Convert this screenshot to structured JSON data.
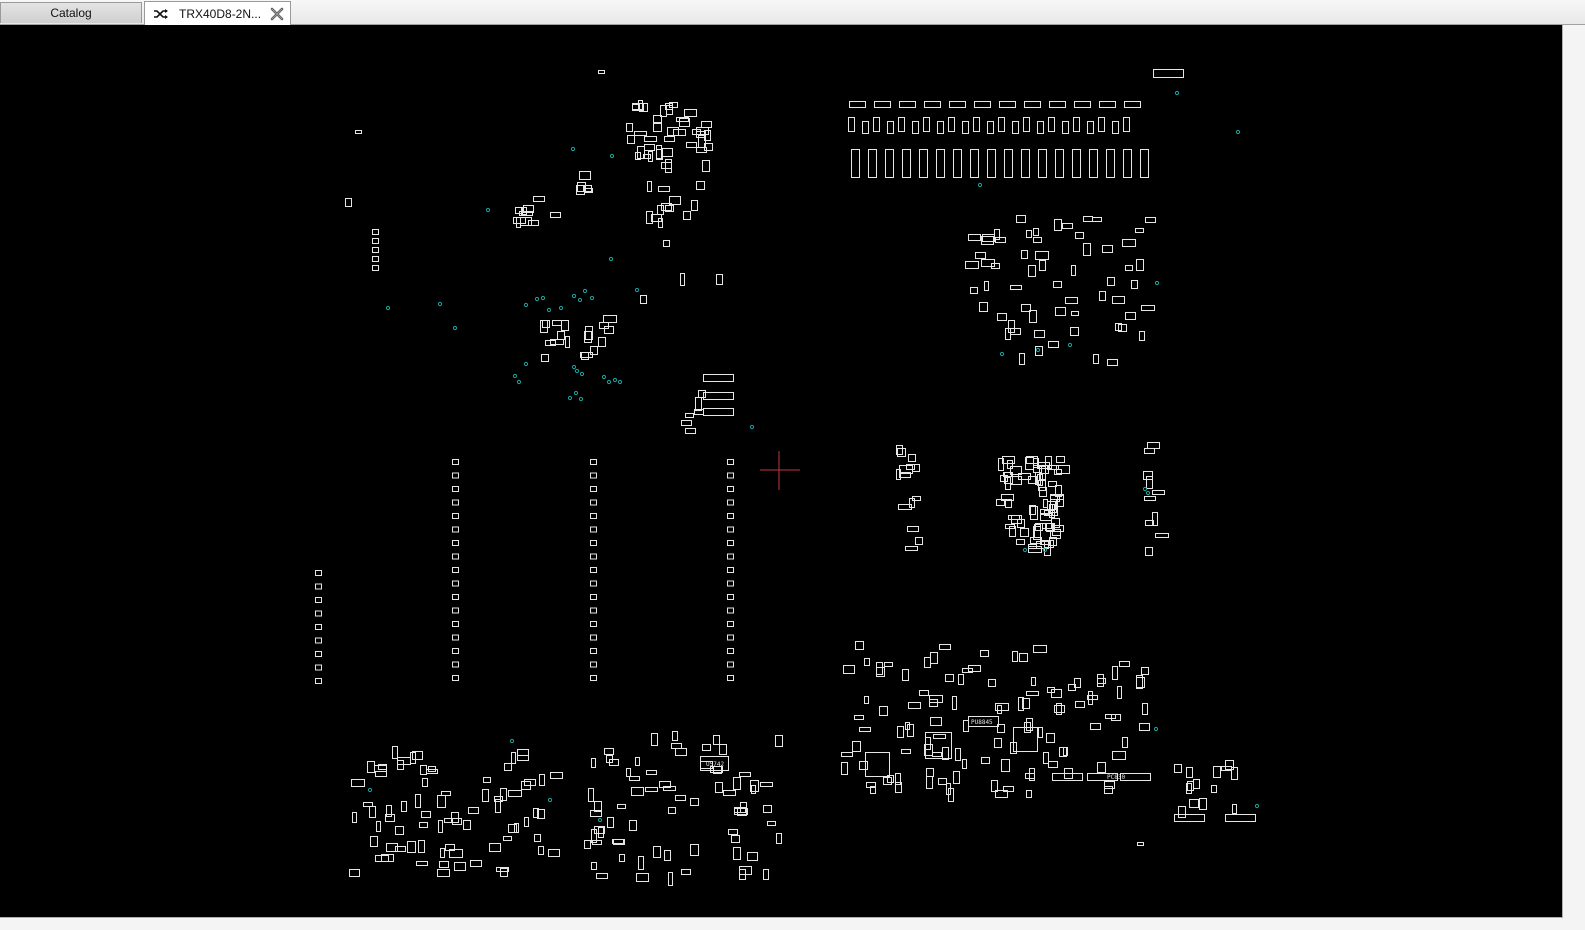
{
  "tabs": [
    {
      "label": "Catalog",
      "active": false
    },
    {
      "label": "TRX40D8-2N...",
      "active": true
    }
  ],
  "icons": {
    "doc_tab_icon": "shuffle-icon",
    "close_icon": "close-icon"
  },
  "colors": {
    "canvas_background": "#000000",
    "component_outline": "#e6e6e6",
    "via": "#1aa3a3",
    "cursor": "#c0393b"
  },
  "labels": {
    "ic_labels": [
      "U5742",
      "PU8845",
      "PC830"
    ]
  }
}
